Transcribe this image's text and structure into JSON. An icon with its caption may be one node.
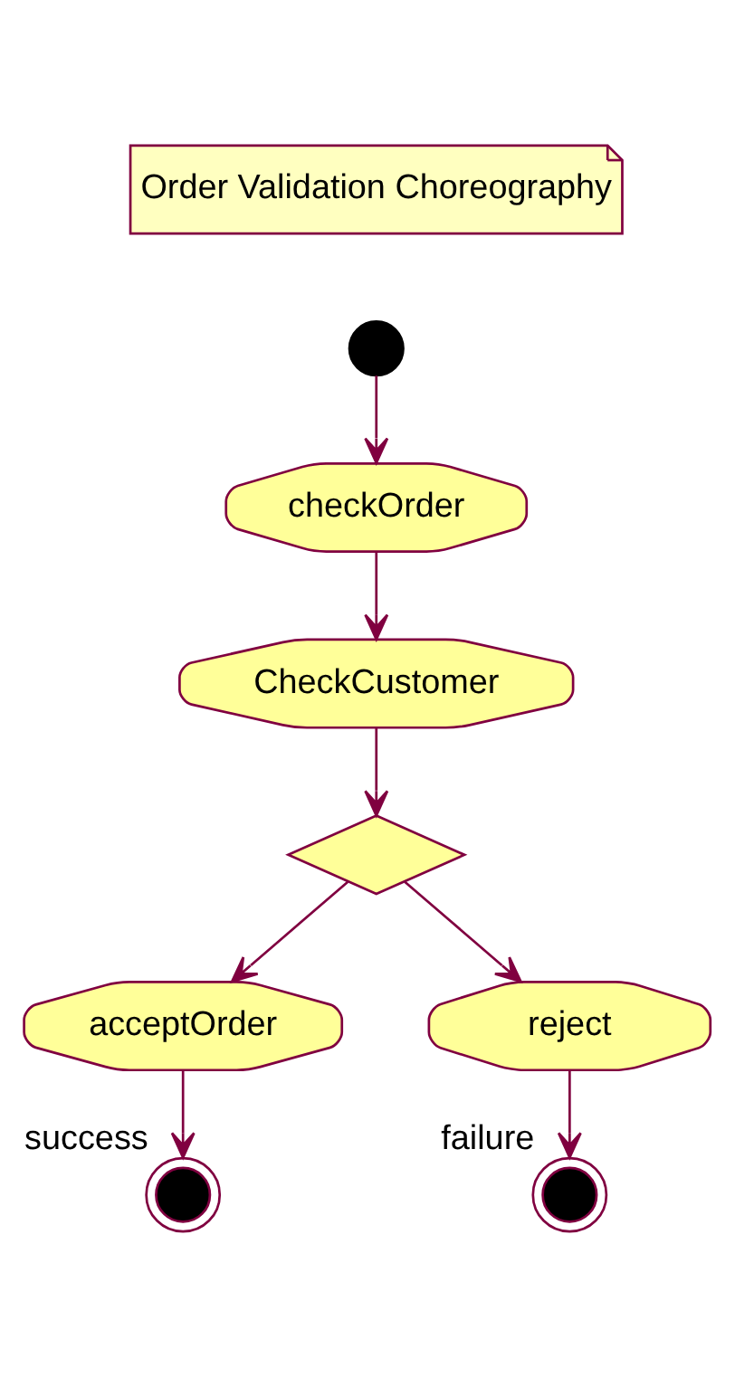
{
  "diagram": {
    "nodes": [
      {
        "text": [
          "Order Validation Choreography"
        ]
      },
      {
        "text": [],
        "shape": "circle"
      },
      {
        "text": [
          "checkOrder"
        ]
      },
      {
        "text": [
          "CheckCustomer"
        ]
      },
      {
        "text": [],
        "shape": "diamond"
      },
      {
        "text": [
          "acceptOrder"
        ]
      },
      {
        "text": [
          "reject"
        ]
      },
      {
        "text": [],
        "shape": "bullseye",
        "beside": [
          "success"
        ]
      },
      {
        "text": [],
        "shape": "bullseye",
        "beside": [
          "failure"
        ]
      }
    ],
    "edges": [
      {
        "from": 1,
        "to": 2,
        "arrow": "to"
      },
      {
        "from": 2,
        "to": 3,
        "arrow": "to"
      },
      {
        "from": 3,
        "to": 4,
        "arrow": "to"
      },
      {
        "from": 4,
        "to": 5,
        "arrow": "to"
      },
      {
        "from": 4,
        "to": 6,
        "arrow": "to"
      },
      {
        "from": 5,
        "to": 7,
        "arrow": "to"
      },
      {
        "from": 6,
        "to": 8,
        "arrow": "to"
      }
    ]
  }
}
